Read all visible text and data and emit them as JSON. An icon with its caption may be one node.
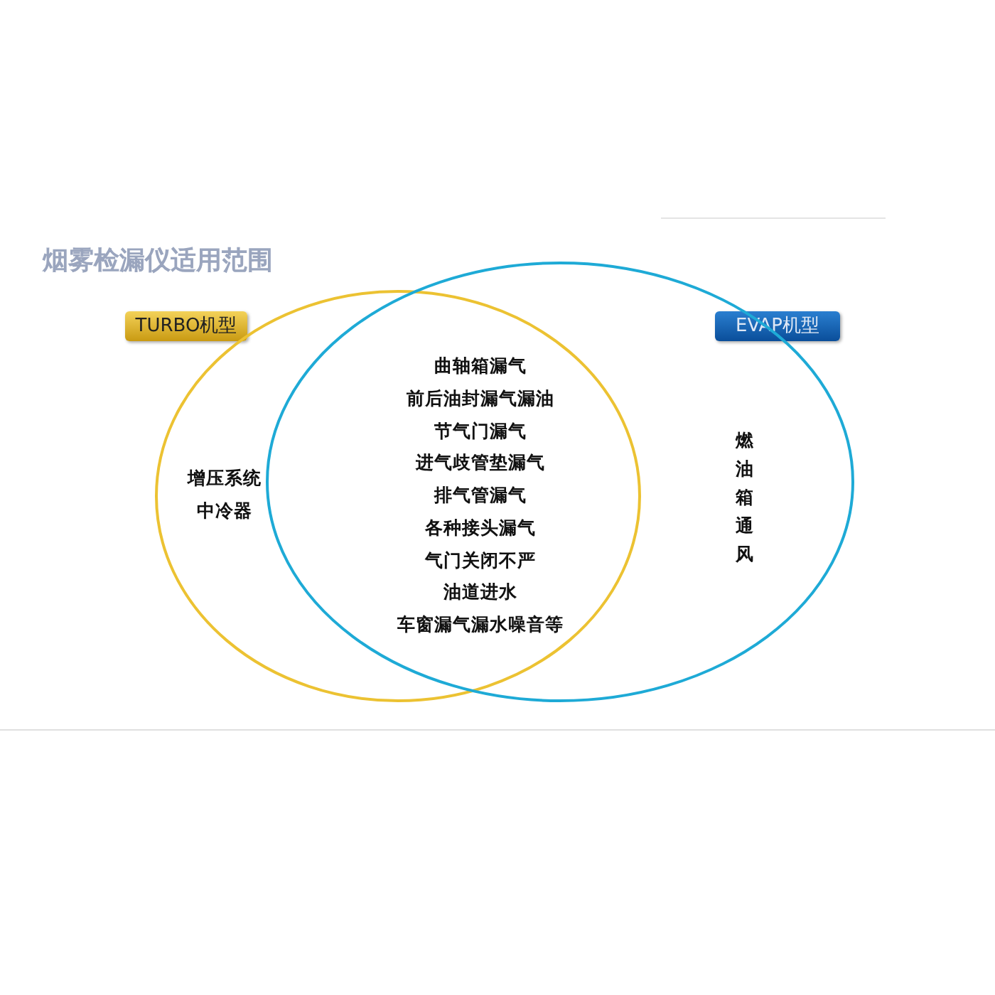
{
  "diagram": {
    "title": "烟雾检漏仪适用范围",
    "nodes": [
      {
        "text": [
          "TURBO机型"
        ]
      },
      {
        "text": [
          "EVAP机型"
        ]
      },
      {
        "text": [],
        "shape": "circle"
      },
      {
        "text": [],
        "shape": "circle"
      }
    ],
    "edges": [],
    "labels": [
      "曲轴箱漏气",
      "前后油封漏气漏油",
      "节气门漏气",
      "进气歧管垫漏气",
      "排气管漏气",
      "增压系统",
      "中冷器",
      "各种接头漏气",
      "气门关闭不严",
      "油道进水",
      "车窗漏气漏水噪音等",
      "燃油箱通风"
    ]
  }
}
